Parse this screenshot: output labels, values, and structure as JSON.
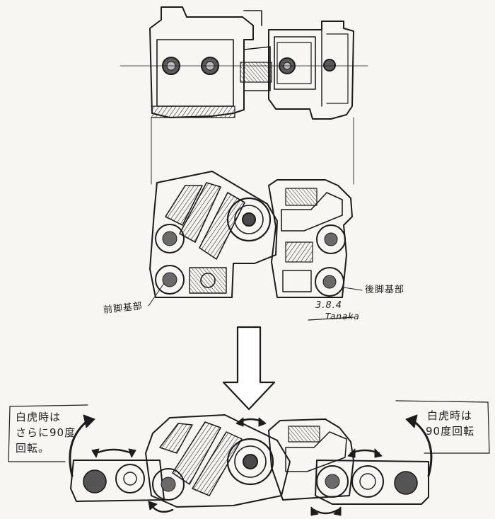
{
  "labels": {
    "front_leg_base": "前脚基部",
    "rear_leg_base": "後脚基部",
    "note_left_line1": "白虎時は",
    "note_left_line2": "さらに90度",
    "note_left_line3": "回転。",
    "note_right_line1": "白虎時は",
    "note_right_line2": "90度回転"
  },
  "signature": {
    "date": "3.8.4",
    "name": "Tanaka"
  },
  "colors": {
    "paper": "#f7f6f2",
    "ink": "#1c1c1c",
    "shade": "#555555"
  }
}
